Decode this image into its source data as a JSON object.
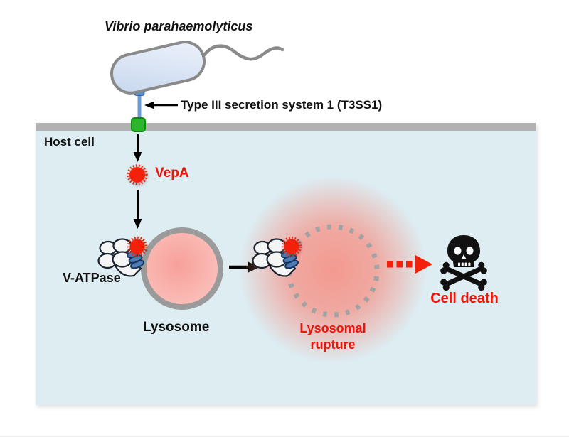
{
  "figure": {
    "organism_label": "Vibrio parahaemolyticus",
    "t3ss_label": "Type III secretion system 1 (T3SS1)",
    "host_cell_label": "Host cell",
    "effector_label": "VepA",
    "v_atpase_label": "V-ATPase",
    "lysosome_label": "Lysosome",
    "rupture_label_line1": "Lysosomal",
    "rupture_label_line2": "rupture",
    "cell_death_label": "Cell death"
  },
  "icons": {
    "bacterium": "capsule-shaped Vibrio cell with flagellum",
    "t3ss": "needle-like secretion apparatus crossing host membrane",
    "vepa": "red starburst effector protein",
    "v_atpase": "white multi-lobed complex with blue membrane-disc stack",
    "lysosome": "gray-ringed pink vesicle",
    "ruptured_lysosome": "dashed gray ring with diffuse pink glow",
    "skull": "skull-and-crossbones death symbol"
  },
  "colors": {
    "host_cell_bg": "#ddedf2",
    "membrane_gray": "#b2b2b2",
    "outline_gray": "#8a8a8a",
    "bacterium_fill_light": "#eef3fb",
    "bacterium_fill_dark": "#c6d6ee",
    "needle_blue": "#6b9bd2",
    "base_blue": "#5b8fd0",
    "translocon_green": "#2db52d",
    "translocon_green_dark": "#128a12",
    "vepa_red": "#f3210a",
    "lysosome_ring": "#9b9b9b",
    "lysosome_pink_center": "#f7a09a",
    "lysosome_pink_edge": "#fcc9c4",
    "glow_pink": "#f78b7e",
    "rupture_dot_gray": "#a2a2a2",
    "atpase_white": "#f5f5f5",
    "atpase_outline": "#1c2430",
    "disc_blue": "#4d7cb5",
    "disc_outline": "#15355e",
    "label_black": "#111111",
    "death_red": "#ee1509",
    "skull_black": "#111111"
  }
}
